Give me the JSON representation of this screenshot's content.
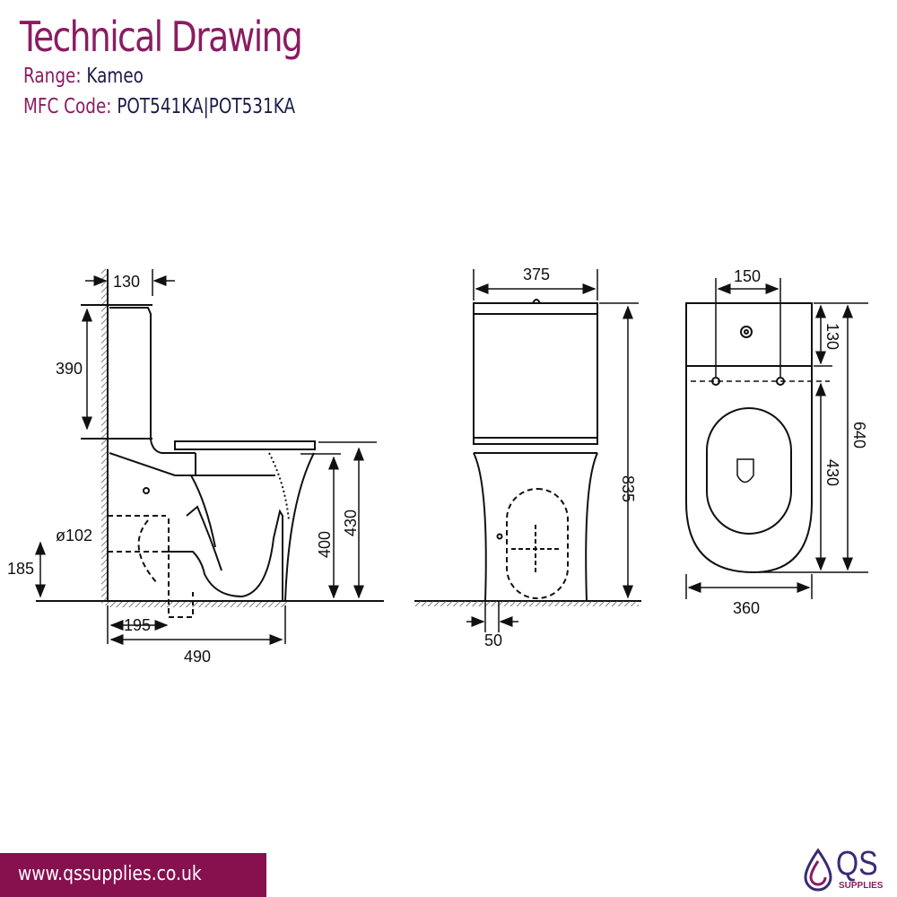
{
  "header": {
    "title": "Technical Drawing",
    "range_label": "Range:",
    "range_value": "Kameo",
    "code_label": "MFC Code:",
    "code_value": "POT541KA|POT531KA"
  },
  "side_view": {
    "tank_depth": "130",
    "tank_height": "390",
    "outlet_diameter": "ø102",
    "outlet_height": "185",
    "outlet_offset": "195",
    "projection": "490",
    "pan_height": "400",
    "seat_height": "430"
  },
  "front_view": {
    "width": "375",
    "total_height": "835",
    "outlet_gap": "50"
  },
  "top_view": {
    "fixing_spacing": "150",
    "tank_depth": "130",
    "total_depth": "640",
    "bowl_depth": "430",
    "width": "360"
  },
  "footer": {
    "website": "www.qssupplies.co.uk",
    "logo_text": "QS",
    "logo_sub": "SUPPLIES"
  },
  "colors": {
    "brand": "#8a1c62",
    "footer_bg": "#87104f",
    "navy": "#1c1c4a"
  }
}
